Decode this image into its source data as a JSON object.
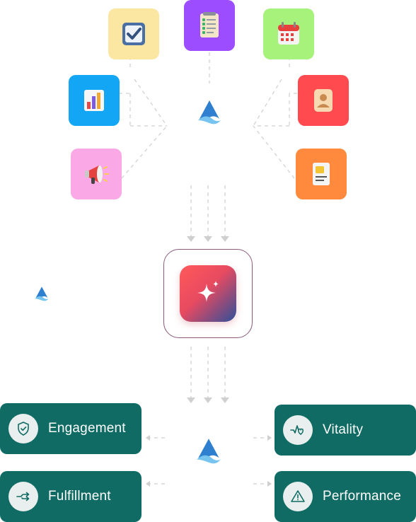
{
  "inputs": [
    {
      "id": "tasks",
      "icon": "checkbox-icon",
      "color": "#fbe7a1"
    },
    {
      "id": "notes",
      "icon": "notepad-icon",
      "color": "#9b4dff"
    },
    {
      "id": "calendar",
      "icon": "calendar-icon",
      "color": "#a6f27a"
    },
    {
      "id": "analytics",
      "icon": "bar-chart-icon",
      "color": "#12a6f5"
    },
    {
      "id": "contacts",
      "icon": "contact-card-icon",
      "color": "#ff4a4f"
    },
    {
      "id": "marketing",
      "icon": "megaphone-icon",
      "color": "#fba8e6"
    },
    {
      "id": "documents",
      "icon": "document-icon",
      "color": "#ff8a3d"
    }
  ],
  "hub": {
    "icon": "sparkle-icon"
  },
  "brand": {
    "icon": "brand-logo-icon",
    "color": "#3a8fd6"
  },
  "outputs": [
    {
      "label": "Engagement",
      "icon": "shield-check-icon"
    },
    {
      "label": "Vitality",
      "icon": "pulse-heart-icon"
    },
    {
      "label": "Fulfillment",
      "icon": "route-arrow-icon"
    },
    {
      "label": "Performance",
      "icon": "warning-triangle-icon"
    }
  ],
  "colors": {
    "output_card": "#0f6b63",
    "connector": "#cfcfcf",
    "hub_border": "#8a5a7a"
  }
}
